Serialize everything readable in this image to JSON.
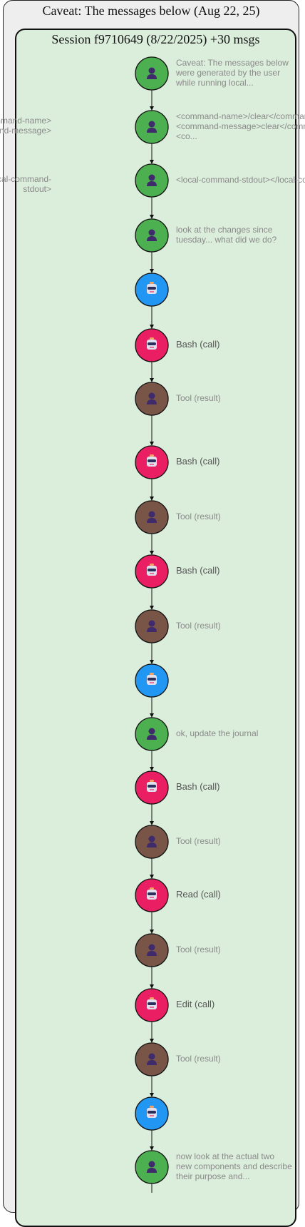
{
  "outer_title": "Caveat: The messages below (Aug 22, 25)",
  "session_title": "Session f9710649 (8/22/2025) +30 msgs",
  "colors": {
    "user": "#4caf50",
    "assistant": "#2196f3",
    "call": "#e91e63",
    "result": "#795548"
  },
  "nodes": [
    {
      "kind": "user",
      "label": "Caveat: The messages below\nwere generated by the user\nwhile running local...",
      "left": ""
    },
    {
      "kind": "user",
      "label": "<command-name>/clear</command-name>\n<command-message>clear</command-message>\n<co...",
      "left": "<command-name>\n<command-message>"
    },
    {
      "kind": "user",
      "label": "<local-command-stdout></local-command-stdout>",
      "left": "<local-command-stdout>"
    },
    {
      "kind": "user",
      "label": "look at the changes since\ntuesday... what did we do?",
      "left": ""
    },
    {
      "kind": "assistant",
      "label": "",
      "left": ""
    },
    {
      "kind": "call",
      "label": "Bash (call)",
      "left": ""
    },
    {
      "kind": "result",
      "label": "Tool (result)",
      "left": ""
    },
    {
      "kind": "call",
      "label": "Bash (call)",
      "left": ""
    },
    {
      "kind": "result",
      "label": "Tool (result)",
      "left": ""
    },
    {
      "kind": "call",
      "label": "Bash (call)",
      "left": ""
    },
    {
      "kind": "result",
      "label": "Tool (result)",
      "left": ""
    },
    {
      "kind": "assistant",
      "label": "",
      "left": ""
    },
    {
      "kind": "user",
      "label": "ok, update the journal",
      "left": ""
    },
    {
      "kind": "call",
      "label": "Bash (call)",
      "left": ""
    },
    {
      "kind": "result",
      "label": "Tool (result)",
      "left": ""
    },
    {
      "kind": "call",
      "label": "Read (call)",
      "left": ""
    },
    {
      "kind": "result",
      "label": "Tool (result)",
      "left": ""
    },
    {
      "kind": "call",
      "label": "Edit (call)",
      "left": ""
    },
    {
      "kind": "result",
      "label": "Tool (result)",
      "left": ""
    },
    {
      "kind": "assistant",
      "label": "",
      "left": ""
    },
    {
      "kind": "user",
      "label": "now look at the actual two\nnew components and describe\ntheir purpose and...",
      "left": ""
    }
  ]
}
